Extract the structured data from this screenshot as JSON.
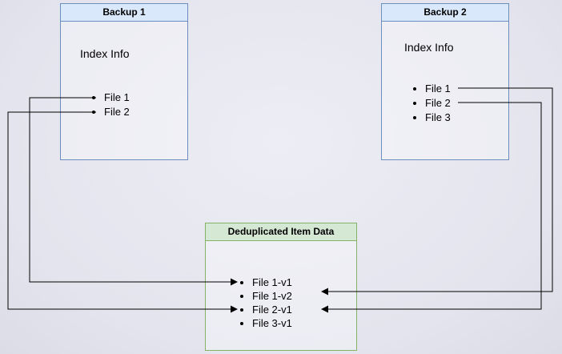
{
  "backup1": {
    "title": "Backup 1",
    "subtitle": "Index Info",
    "items": [
      "File 1",
      "File 2"
    ]
  },
  "backup2": {
    "title": "Backup 2",
    "subtitle": "Index Info",
    "items": [
      "File 1",
      "File 2",
      "File 3"
    ]
  },
  "dedup": {
    "title": "Deduplicated Item Data",
    "items": [
      "File 1-v1",
      "File 1-v2",
      "File 2-v1",
      "File 3-v1"
    ]
  },
  "edges": [
    {
      "from": "Backup 1 / File 1",
      "to": "File 1-v1"
    },
    {
      "from": "Backup 1 / File 2",
      "to": "File 2-v1"
    },
    {
      "from": "Backup 2 / File 1",
      "to": "File 1-v2"
    },
    {
      "from": "Backup 2 / File 2",
      "to": "File 2-v1"
    }
  ],
  "colors": {
    "background": "#e6e6ee",
    "blue_header_fill": "#dae8fc",
    "blue_border": "#6c8ebf",
    "green_header_fill": "#d5e8d4",
    "green_border": "#82b366",
    "connector_line": "#000000"
  }
}
